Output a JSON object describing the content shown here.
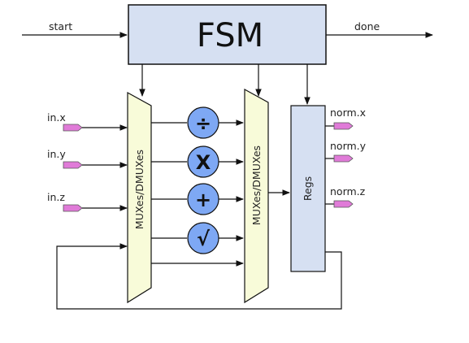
{
  "fsm": {
    "label": "FSM"
  },
  "signals": {
    "start": "start",
    "done": "done"
  },
  "inputs": [
    "in.x",
    "in.y",
    "in.z"
  ],
  "outputs": [
    "norm.x",
    "norm.y",
    "norm.z"
  ],
  "mux_left": {
    "label": "MUXes/DMUXes"
  },
  "mux_right": {
    "label": "MUXes/DMUXes"
  },
  "regs": {
    "label": "Regs"
  },
  "operators": [
    {
      "name": "divide",
      "symbol": "÷"
    },
    {
      "name": "multiply",
      "symbol": "X"
    },
    {
      "name": "add",
      "symbol": "+"
    },
    {
      "name": "sqrt",
      "symbol": "√"
    }
  ],
  "colors": {
    "fsm_fill": "#d6e0f2",
    "mux_fill": "#f8fbd9",
    "regs_fill": "#d6e0f2",
    "op_fill": "#7ea8f4",
    "port_fill": "#e07bd8"
  }
}
